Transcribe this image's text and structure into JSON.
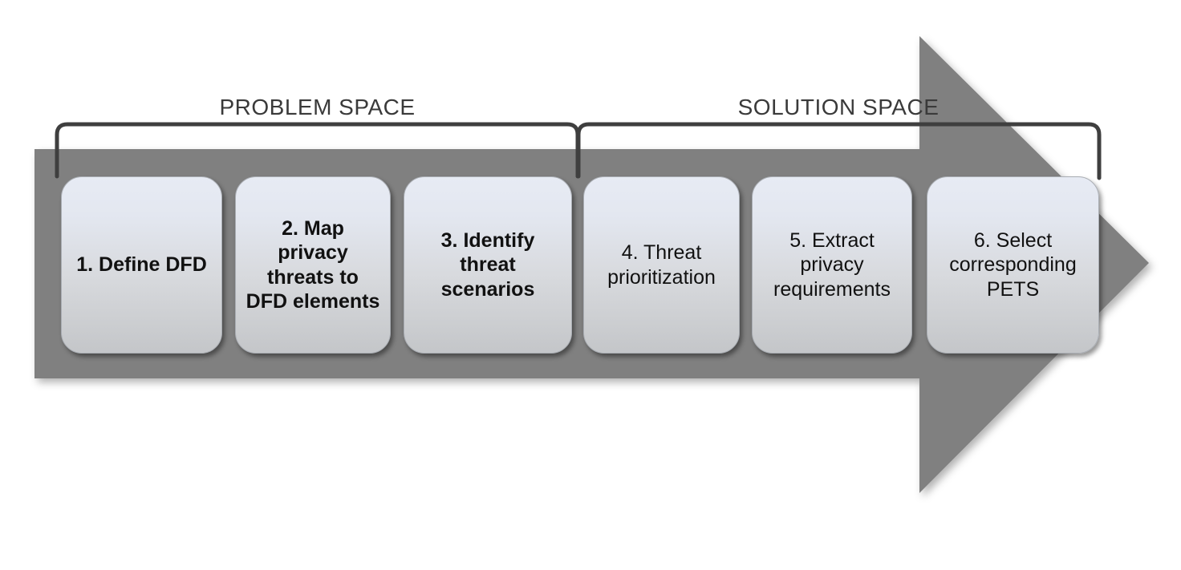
{
  "diagram": {
    "title_visible": false,
    "colors": {
      "arrow_gray": "#808080",
      "box_gradient_top": "#e7ebf4",
      "box_gradient_bottom": "#c4c6c9",
      "box_border": "#a9adb3",
      "bracket_stroke": "#3f3f3f",
      "label_text": "#3a3a3a",
      "box_text": "#111111",
      "background": "#ffffff"
    },
    "brackets": [
      {
        "id": "problem-space",
        "label": "PROBLEM SPACE",
        "covers_steps": [
          1,
          2,
          3
        ]
      },
      {
        "id": "solution-space",
        "label": "SOLUTION SPACE",
        "covers_steps": [
          4,
          5,
          6
        ]
      }
    ],
    "steps": [
      {
        "number": "1",
        "label": "1. Define DFD",
        "emphasis": "bold"
      },
      {
        "number": "2",
        "label": "2. Map privacy threats to DFD elements",
        "emphasis": "bold"
      },
      {
        "number": "3",
        "label": "3. Identify threat scenarios",
        "emphasis": "bold"
      },
      {
        "number": "4",
        "label": "4. Threat prioritization",
        "emphasis": "normal"
      },
      {
        "number": "5",
        "label": "5. Extract privacy requirements",
        "emphasis": "normal"
      },
      {
        "number": "6",
        "label": "6. Select corresponding PETS",
        "emphasis": "normal"
      }
    ]
  }
}
